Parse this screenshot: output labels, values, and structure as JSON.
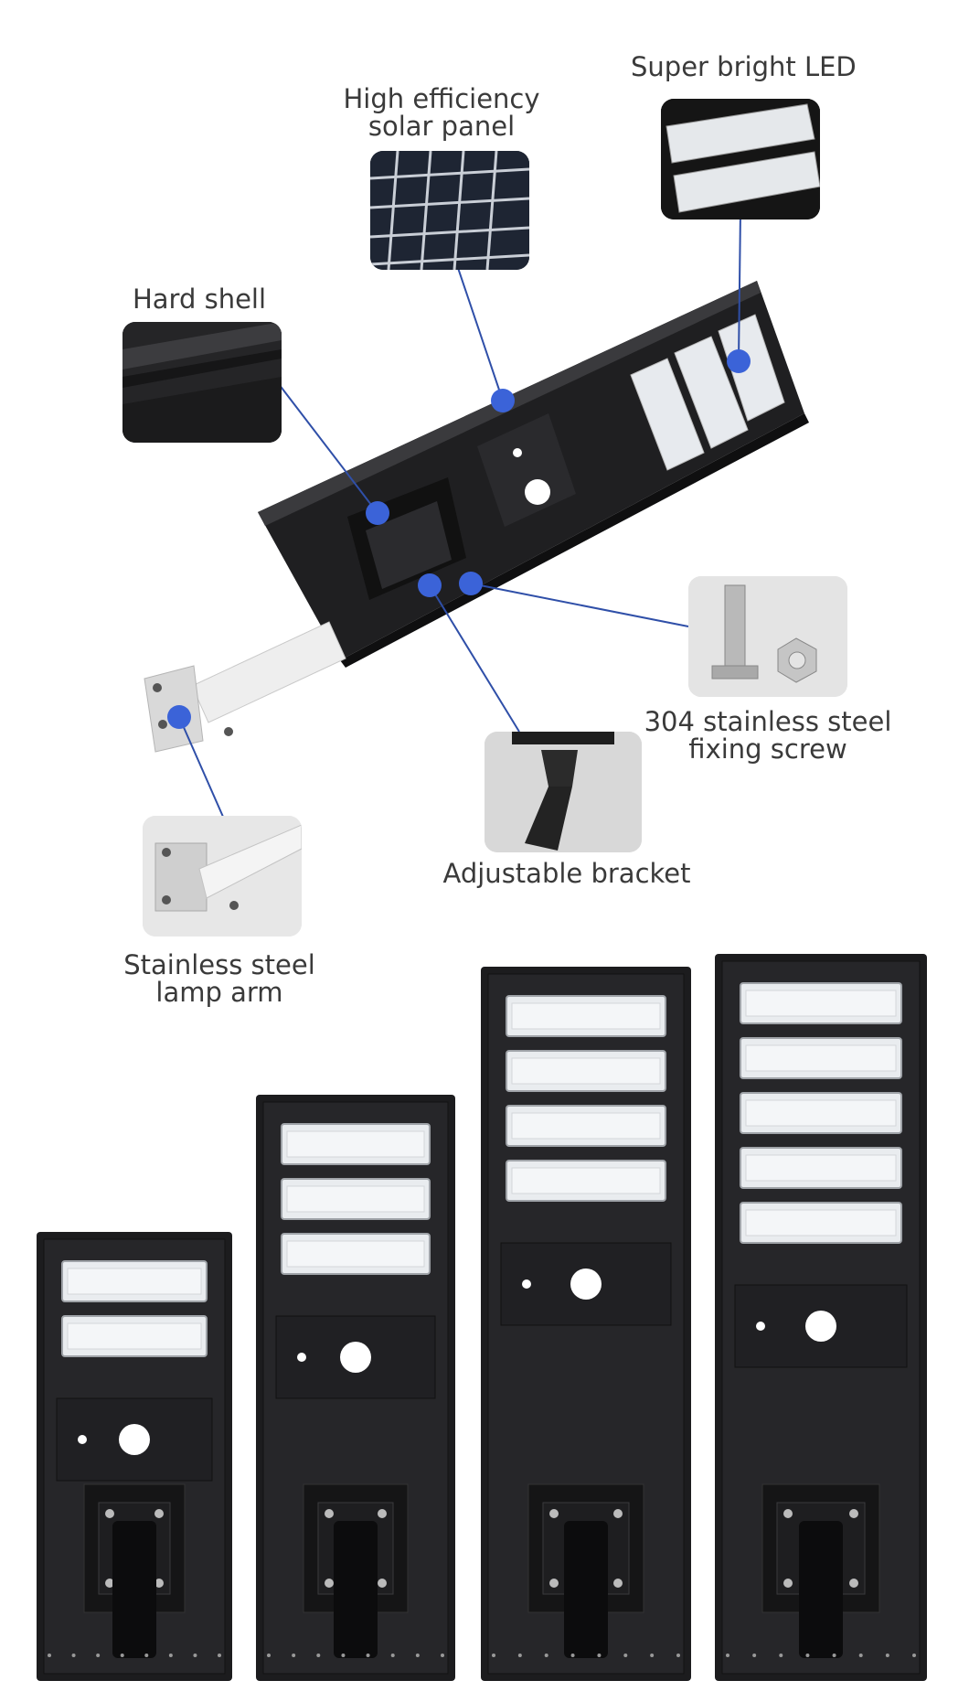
{
  "callouts": {
    "super_bright_led": "Super bright LED",
    "solar_panel_line1": "High efficiency",
    "solar_panel_line2": "solar panel",
    "hard_shell": "Hard shell",
    "fixing_screw_line1": "304 stainless steel",
    "fixing_screw_line2": "fixing screw",
    "adjustable_bracket": "Adjustable bracket",
    "lamp_arm_line1": "Stainless steel",
    "lamp_arm_line2": "lamp arm"
  },
  "colors": {
    "accent": "#3b63d8",
    "leader_line": "#2f4fa8",
    "lamp_body": "#1c1c1e",
    "led_module": "#e9ecef",
    "thumb_bg": "#e3e3e3"
  },
  "models": [
    {
      "led_modules": 2
    },
    {
      "led_modules": 3
    },
    {
      "led_modules": 4
    },
    {
      "led_modules": 5
    }
  ]
}
